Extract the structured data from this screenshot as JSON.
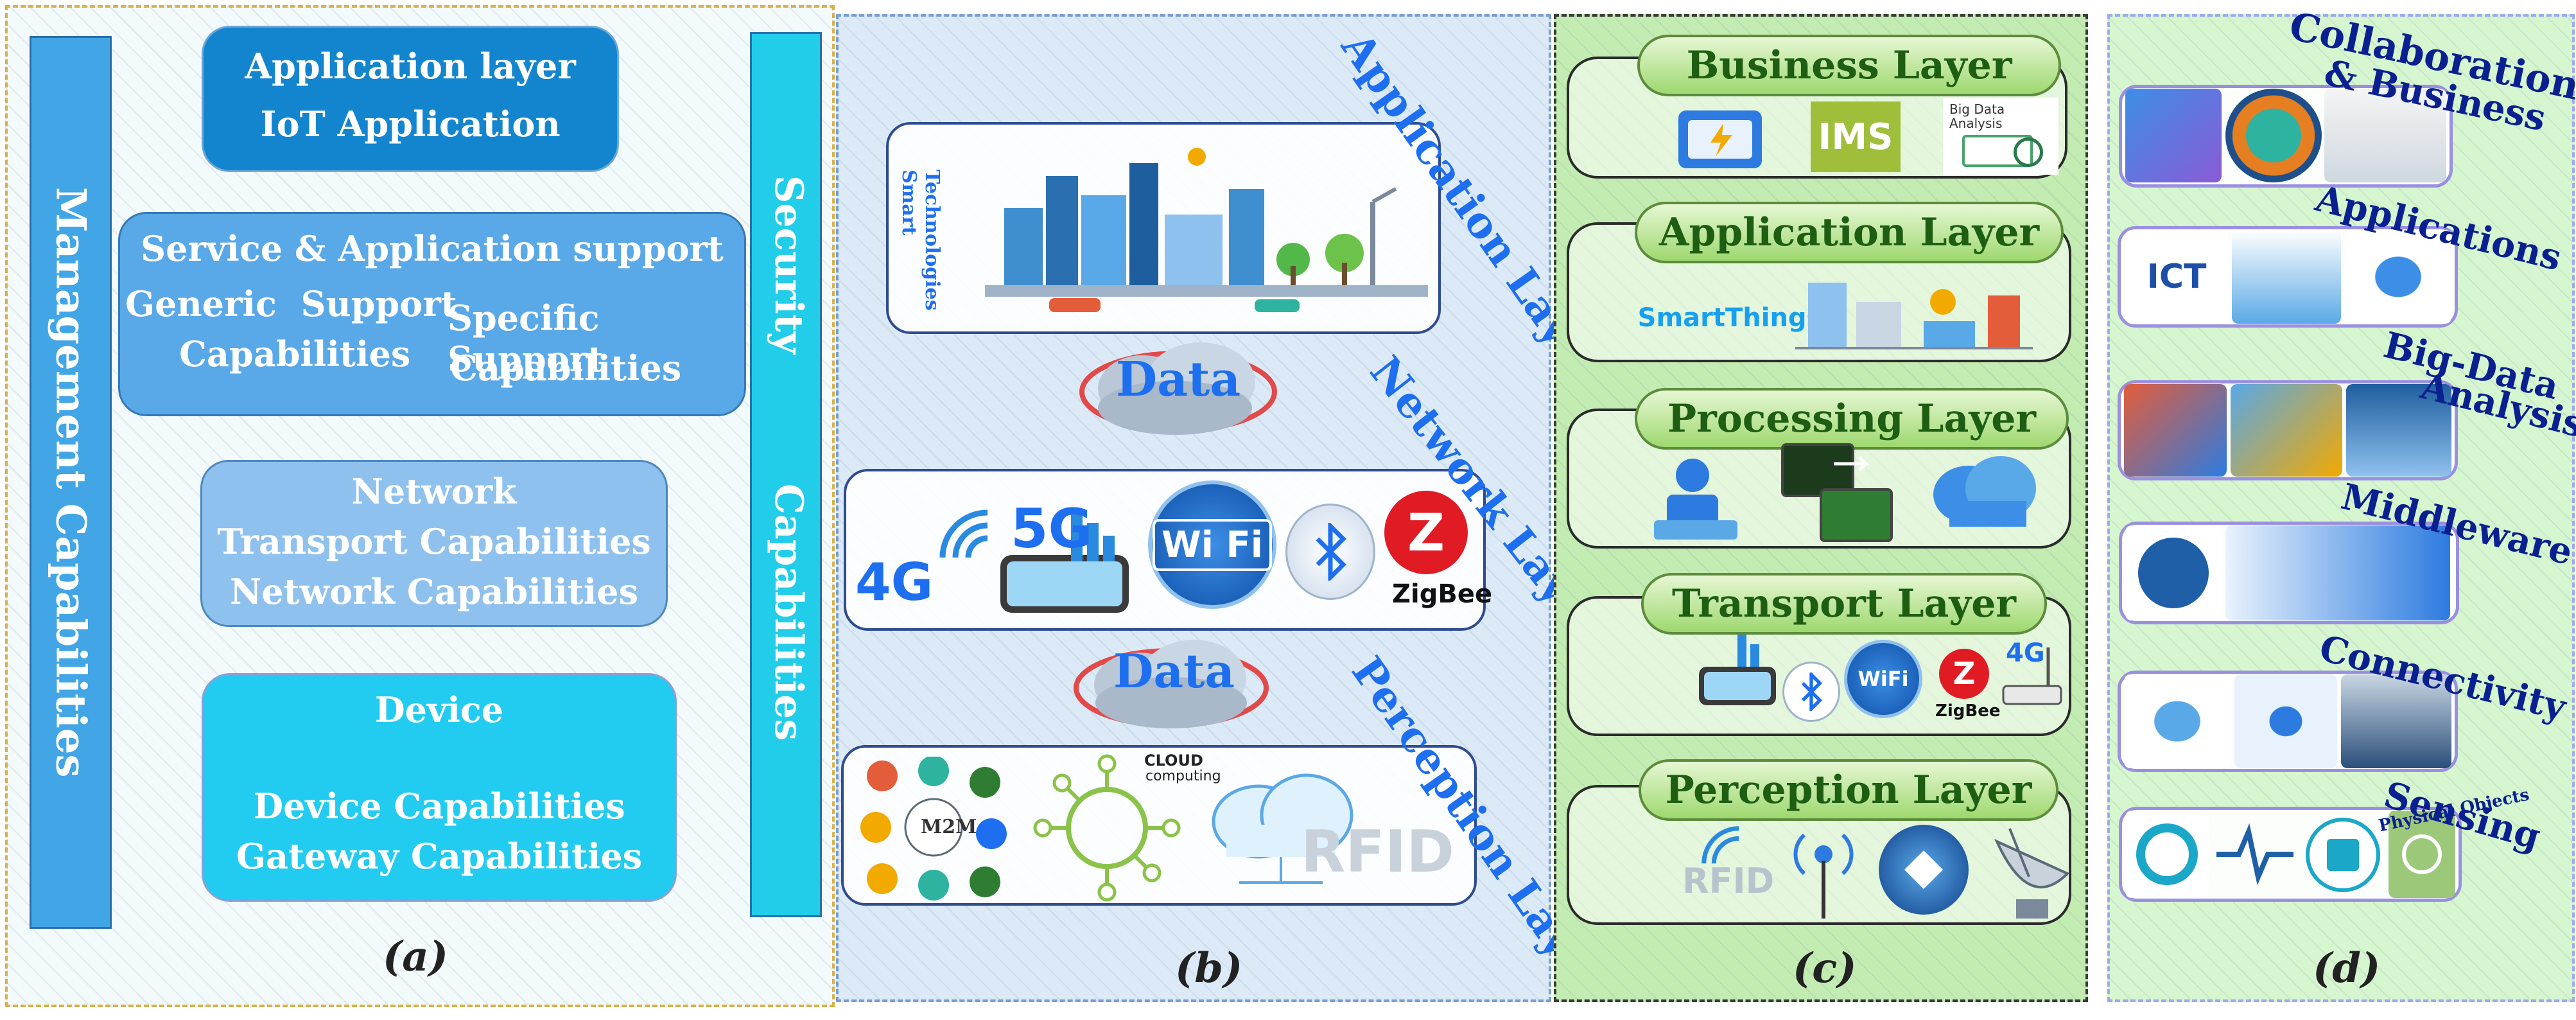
{
  "panel_a": {
    "management": "Management Capabilities",
    "security_top": "Security",
    "security_bottom": "Capabilities",
    "app_box": [
      "Application layer",
      "IoT Application"
    ],
    "service_box": {
      "title": "Service & Application support",
      "generic": [
        "Generic  Support",
        "Capabilities"
      ],
      "specific": [
        "Specific Support",
        "Capabilities"
      ]
    },
    "network_box": [
      "Network",
      "Transport Capabilities",
      "Network Capabilities"
    ],
    "device_box": [
      "Device",
      "Device Capabilities",
      "Gateway Capabilities"
    ],
    "caption": "(a)"
  },
  "panel_b": {
    "labels": {
      "application": "Application Layer",
      "network": "Network Layer",
      "perception": "Perception Layer"
    },
    "smart": [
      "Smart",
      "Technologies"
    ],
    "data": [
      "Data",
      "Data"
    ],
    "network_icons": {
      "g4": "4G",
      "g5": "5G",
      "wifi": "Wi Fi",
      "zigbee": "ZigBee"
    },
    "cloud_text": [
      "CLOUD",
      "computing"
    ],
    "rfid": "RFID",
    "m2m": "M2M",
    "caption": "(b)"
  },
  "panel_c": {
    "layers": [
      "Business Layer",
      "Application Layer",
      "Processing Layer",
      "Transport Layer",
      "Perception Layer"
    ],
    "ims": "IMS",
    "big_data": [
      "Big Data",
      "Analysis"
    ],
    "smartthings": "SmartThings",
    "wifi": "WiFi",
    "zigbee": "ZigBee",
    "g4": "4G",
    "rfid": "RFID",
    "caption": "(c)"
  },
  "panel_d": {
    "labels": [
      "Collaboration",
      "& Business",
      "Applications",
      "Big-Data",
      "Analysis",
      "Middleware",
      "Connectivity",
      "Sensing",
      "Physical Objects"
    ],
    "ict": "ICT",
    "caption": "(d)"
  },
  "colors": {
    "management_bar": "#42a6e6",
    "security_bar": "#22cdea",
    "app_box": "#1385cf",
    "service_box": "#59a8e8",
    "network_box": "#8fc1ee",
    "device_box": "#22ccf0",
    "label_blue": "#1e6ff0",
    "label_dark": "#0b2090",
    "pill_green": "#9ed86f"
  }
}
